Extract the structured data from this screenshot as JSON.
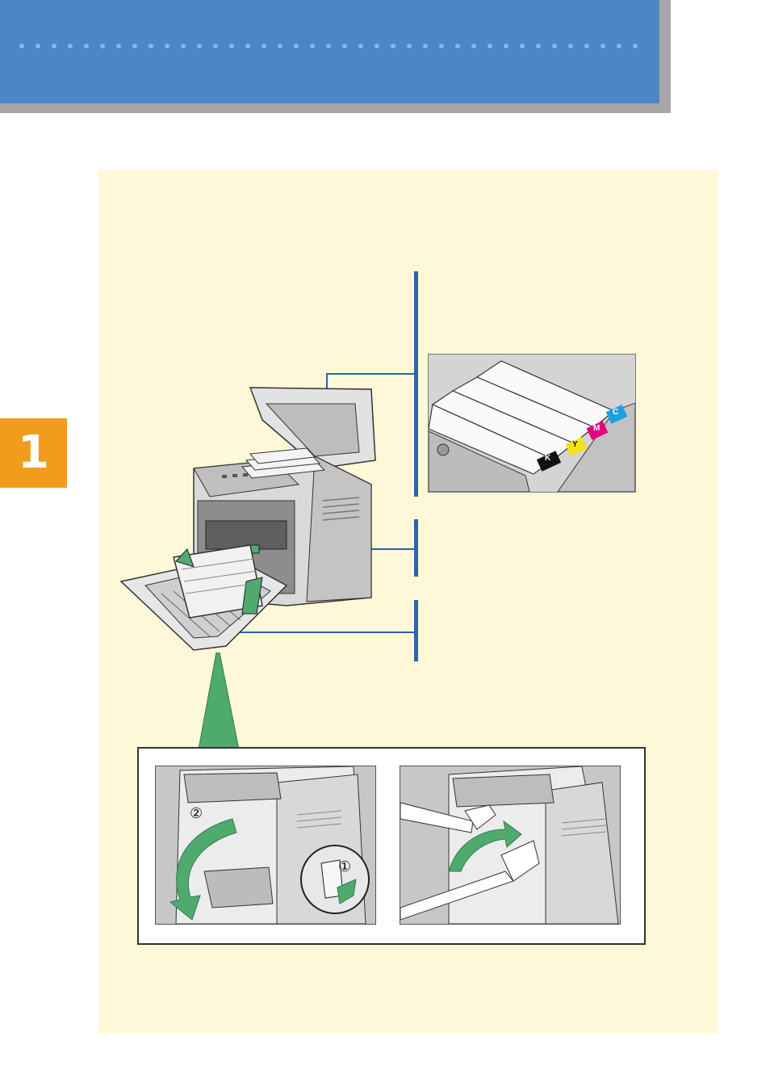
{
  "chapter": {
    "number": "1"
  },
  "toner_labels": [
    "K",
    "Y",
    "M",
    "C"
  ],
  "step_markers": {
    "open_lever": "①",
    "pull_cover": "②"
  },
  "colors": {
    "header_blue": "#4c86c6",
    "chapter_orange": "#f29c1b",
    "panel_cream": "#fef8d8",
    "accent_green": "#4faa6e",
    "bracket_blue": "#2a64ad",
    "toner_black": "#111111",
    "toner_yellow": "#f2e21b",
    "toner_magenta": "#e6007e",
    "toner_cyan": "#1aa0e0"
  }
}
